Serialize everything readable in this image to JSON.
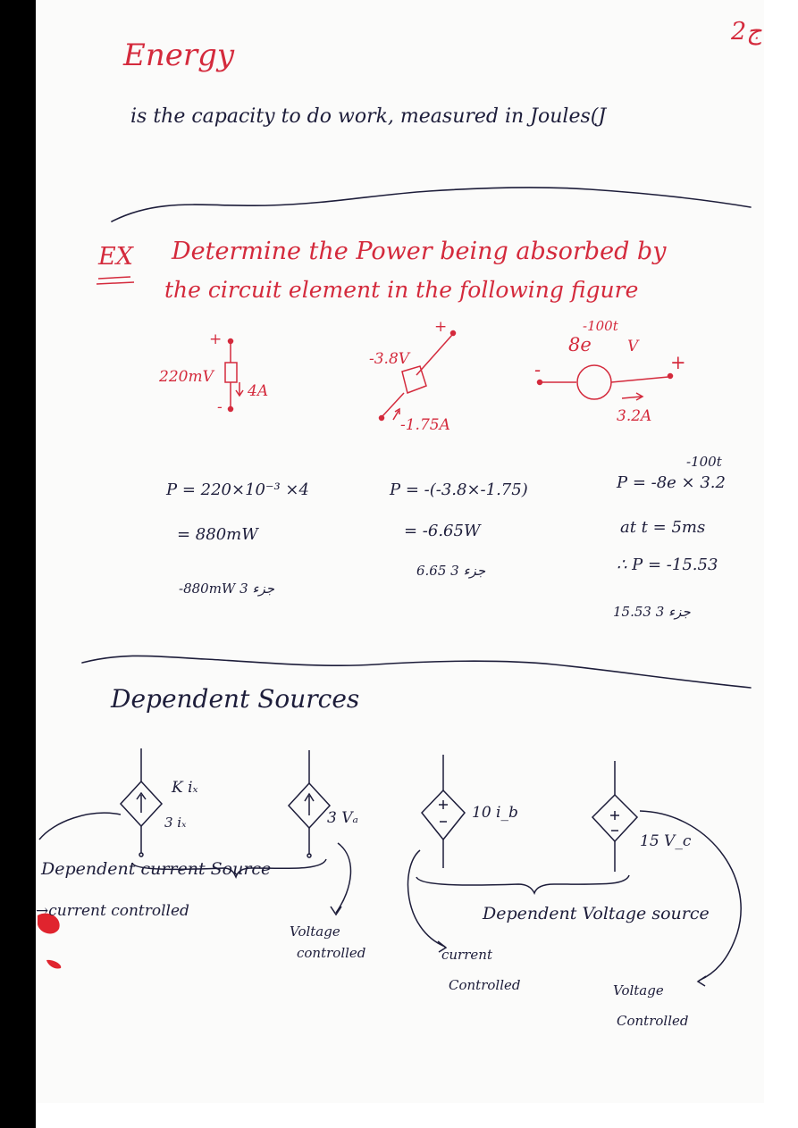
{
  "page": {
    "corner_mark": "2ج",
    "energy": {
      "heading": "Energy",
      "definition": "is the capacity to do work, measured in Joules(J"
    },
    "example": {
      "label": "EX",
      "prompt_line1": "Determine the Power being absorbed by",
      "prompt_line2": "the circuit element in the following figure",
      "figures": [
        {
          "voltage": "220mV",
          "current": "4A",
          "plus": "+",
          "minus": "-"
        },
        {
          "voltage": "-3.8V",
          "current": "-1.75A",
          "plus": "+"
        },
        {
          "voltage_base": "8e",
          "voltage_exp": "-100t",
          "voltage_unit": "V",
          "current": "3.2A",
          "plus": "+",
          "minus": "-"
        }
      ],
      "solutions": [
        {
          "line1": "P = 220×10⁻³ ×4",
          "line2": "= 880mW",
          "note": "-880mW جزء 3"
        },
        {
          "line1": "P = -(-3.8×-1.75)",
          "line2": "= -6.65W",
          "note": "6.65 جزء 3"
        },
        {
          "line1_exp": "-100t",
          "line1": "P = -8e × 3.2",
          "line2": "at t = 5ms",
          "line3": "∴ P = -15.53",
          "note": "15.53 جزء 3"
        }
      ]
    },
    "dependent": {
      "heading": "Dependent Sources",
      "sources": [
        {
          "value": "K iₓ",
          "sub": "3 iₓ"
        },
        {
          "value": "3 Vₐ"
        },
        {
          "value": "10 i_b"
        },
        {
          "value": "15 V_c"
        }
      ],
      "labels": {
        "current_source": "Dependent current Source",
        "current_controlled_1": "→current controlled",
        "voltage_controlled_1_a": "Voltage",
        "voltage_controlled_1_b": "controlled",
        "voltage_source": "Dependent Voltage source",
        "current_controlled_2_a": "current",
        "current_controlled_2_b": "Controlled",
        "voltage_controlled_2_a": "Voltage",
        "voltage_controlled_2_b": "Controlled"
      }
    }
  },
  "colors": {
    "red_ink": "#d42a3c",
    "blue_ink": "#1d1d3a",
    "paper": "#fbfbfa",
    "spine": "#000000"
  }
}
